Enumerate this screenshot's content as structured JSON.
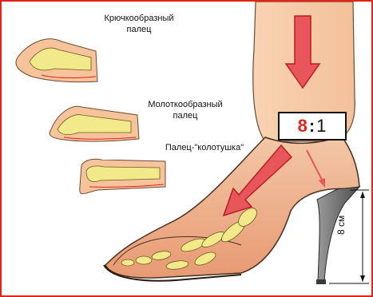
{
  "labels": {
    "claw_toe": "Крючкообразный палец",
    "hammer_toe": "Молоткообразный палец",
    "mallet_toe": "Палец-\"колотушка\""
  },
  "ratio": {
    "left": "8",
    "colon": ":",
    "right": "1"
  },
  "heel_height": "8 см",
  "colors": {
    "frame": "#e2231a",
    "skin": "#f6c39a",
    "bone": "#f2e98a",
    "arrow": "#e8555a",
    "heel": "#6e6e6e"
  }
}
